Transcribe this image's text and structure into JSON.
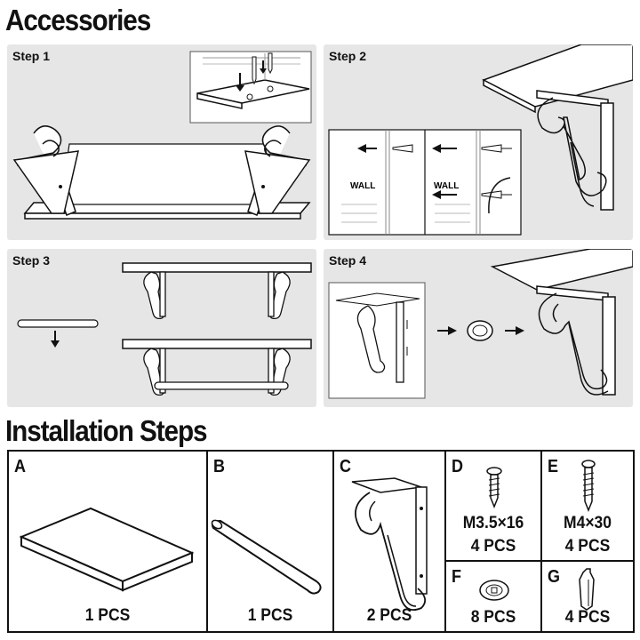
{
  "accessories_title": "Accessories",
  "install_title": "Installation Steps",
  "steps": {
    "step1": "Step 1",
    "step2": "Step 2",
    "step3": "Step 3",
    "step4": "Step 4"
  },
  "wall_label_1": "WALL",
  "wall_label_2": "WALL",
  "parts": {
    "a": {
      "letter": "A",
      "qty": "1 PCS"
    },
    "b": {
      "letter": "B",
      "qty": "1 PCS"
    },
    "c": {
      "letter": "C",
      "qty": "2 PCS"
    },
    "d": {
      "letter": "D",
      "spec": "M3.5×16",
      "qty": "4 PCS"
    },
    "e": {
      "letter": "E",
      "spec": "M4×30",
      "qty": "4 PCS"
    },
    "f": {
      "letter": "F",
      "qty": "8 PCS"
    },
    "g": {
      "letter": "G",
      "qty": "4 PCS"
    }
  },
  "colors": {
    "panel": "#e6e6e6",
    "ink": "#111111"
  }
}
